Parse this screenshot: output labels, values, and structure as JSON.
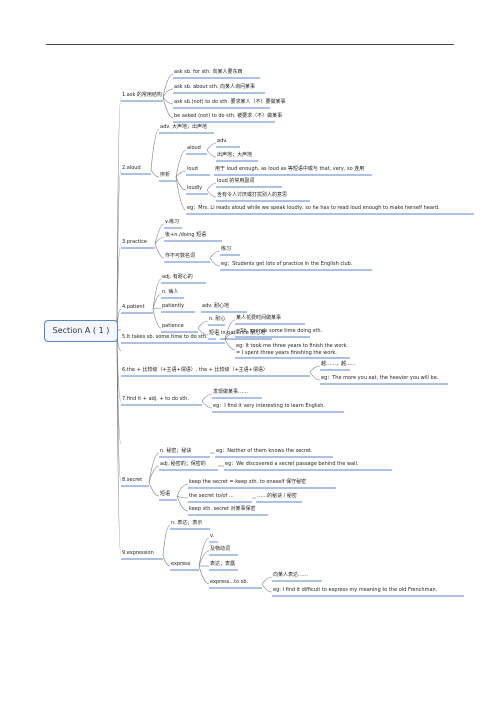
{
  "root": "Section A ( 1 )",
  "l1": [
    "1.ask 的常用结构",
    "2.aloud",
    "3.practice",
    "4.patient",
    "5.It takes sb. some time to do sth.",
    "6.the + 比较级（+主语+谓语）, the + 比较级（+主语+谓语）",
    "7.find it + adj. + to do sth.",
    "8.secret",
    "9.expression"
  ],
  "ask": [
    "ask sb. for sth. 向某人要东西",
    "ask sb. about sth. 向某人询问某事",
    "ask sb.(not) to do sth. 要求某人（不）要做某事",
    "be asked (not) to do sth. 被要求（不）做某事"
  ],
  "aloud": {
    "def": "adv. 大声地；出声地",
    "diff": "辨析",
    "aloud": "aloud",
    "aloud_pos": "adv.",
    "aloud_def": "出声地；大声地",
    "loud": "loud",
    "loud_def": "用于 loud enough, as loud as 等短语中或与 that, very, so 连用",
    "loudly": "loudly",
    "loudly_a": "loud 的常用副词",
    "loudly_b": "含有令人讨厌或打扰别人的意思",
    "eg": "eg：Mrs. Li reads aloud while we speak loudly, so he has to read loud enough to make herself heard."
  },
  "practice": {
    "a": "v.练习",
    "b": "後+n./doing 短语",
    "c": "作不可数名词",
    "c1": "练习",
    "c2": "eg：Students get lots of practice in the English club."
  },
  "patient": {
    "a": "adj. 有耐心的",
    "b": "n. 病人",
    "c": "patiently",
    "c1": "adv. 耐心地",
    "d": "patience",
    "d1": "n. 耐心",
    "d2": "短语",
    "d3": "in patience 耐心地"
  },
  "takes": {
    "a": "某人花费时间做某事",
    "b": "=Sb. spends some time doing sth.",
    "c1": "eg: It took me three years to finish the work.",
    "c2": "= I spent three years finishing the work."
  },
  "comp": {
    "a": "越……，越……",
    "b": "eg：The more you eat, the heavier you will be."
  },
  "find": {
    "a": "发现做某事……",
    "b": "eg：I find it very interesting to learn English."
  },
  "secret": {
    "a": "n. 秘密；秘诀",
    "a1": "eg：Neither of them knows the secret.",
    "b": "adj. 秘密的；保密的",
    "b1": "eg：We discovered a secret passage behind the wall.",
    "c": "短语",
    "c1": "keep the secret = keep sth. to oneself 保守秘密",
    "c2": "the secret to/of ...",
    "c2b": "……的秘诀 / 秘密",
    "c3": "keep sth. secret 对某事保密"
  },
  "expr": {
    "a": "n. 表达；表示",
    "b": "express",
    "b1": "v.",
    "b2": "及物动词",
    "b3": "表达；表露",
    "b4": "express...to sb.",
    "b5": "向某人表达……",
    "b6": "eg: I find it difficult to express my meaning to the old Frenchman."
  }
}
